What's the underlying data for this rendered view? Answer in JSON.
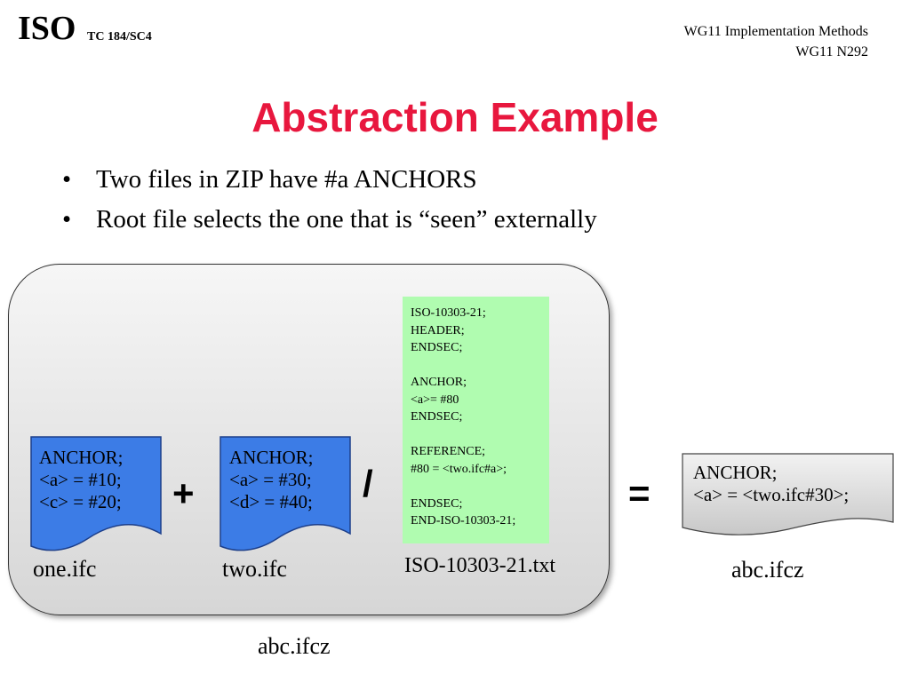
{
  "header": {
    "org": "ISO",
    "committee": "TC 184/SC4",
    "wg_title": "WG11 Implementation Methods",
    "wg_doc": "WG11 N292"
  },
  "slide": {
    "title": "Abstraction Example",
    "bullets": [
      "Two files in ZIP have #a ANCHORS",
      "Root file selects the one that is “seen” externally"
    ]
  },
  "diagram": {
    "colors": {
      "doc_blue": "#3c7ce6",
      "root_green": "#b0fcb0",
      "container_gray": "#d6d6d6",
      "result_gray": "#dcdcdc"
    },
    "one": {
      "lines": [
        "ANCHOR;",
        "<a> = #10;",
        "<c> = #20;"
      ],
      "label": "one.ifc"
    },
    "plus": "+",
    "two": {
      "lines": [
        "ANCHOR;",
        "<a> = #30;",
        "<d> = #40;"
      ],
      "label": "two.ifc"
    },
    "slash": "/",
    "root": {
      "lines": [
        "ISO-10303-21;",
        "HEADER;",
        "ENDSEC;",
        "",
        "ANCHOR;",
        "<a>= #80",
        "ENDSEC;",
        "",
        "REFERENCE;",
        "#80 = <two.ifc#a>;",
        "",
        "ENDSEC;",
        "END-ISO-10303-21;"
      ],
      "label": "ISO-10303-21.txt"
    },
    "equals": "=",
    "result": {
      "lines": [
        "ANCHOR;",
        "<a> = <two.ifc#30>;"
      ],
      "label": "abc.ifcz"
    },
    "container_label": "abc.ifcz"
  }
}
